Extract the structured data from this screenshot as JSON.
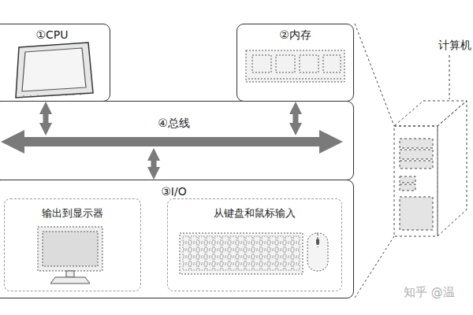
{
  "diagram": {
    "nodes": [
      {
        "text": [
          "①CPU"
        ]
      },
      {
        "text": [
          "②内存"
        ]
      },
      {
        "text": [
          "④总线"
        ]
      },
      {
        "text": [
          "③I/O"
        ]
      },
      {
        "text": [
          "输出到显示器"
        ],
        "in": 3
      },
      {
        "text": [
          "从键盘和鼠标输入"
        ],
        "in": 3
      }
    ],
    "edges": [
      {
        "from": 0,
        "to": 2,
        "arrow": "both"
      },
      {
        "from": 1,
        "to": 2,
        "arrow": "both"
      },
      {
        "from": 2,
        "to": 3,
        "arrow": "both"
      }
    ],
    "labels": [
      "计算机",
      "知乎 @温"
    ]
  }
}
